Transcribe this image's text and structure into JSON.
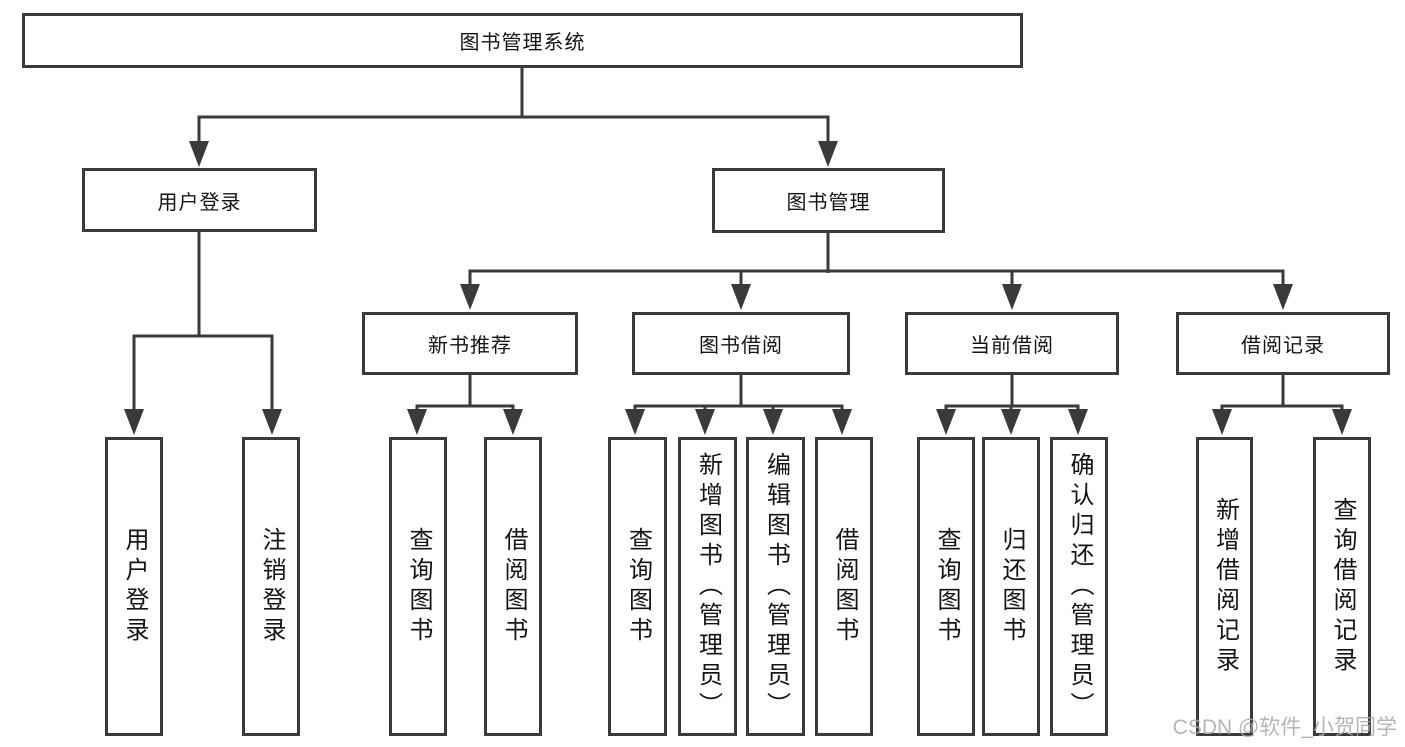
{
  "tree": {
    "root": {
      "label": "图书管理系统",
      "children": [
        {
          "label": "用户登录",
          "children": [
            {
              "label": "用户登录"
            },
            {
              "label": "注销登录"
            }
          ]
        },
        {
          "label": "图书管理",
          "children": [
            {
              "label": "新书推荐",
              "children": [
                {
                  "label": "查询图书"
                },
                {
                  "label": "借阅图书"
                }
              ]
            },
            {
              "label": "图书借阅",
              "children": [
                {
                  "label": "查询图书"
                },
                {
                  "label": "新增图书（管理员）"
                },
                {
                  "label": "编辑图书（管理员）"
                },
                {
                  "label": "借阅图书"
                }
              ]
            },
            {
              "label": "当前借阅",
              "children": [
                {
                  "label": "查询图书"
                },
                {
                  "label": "归还图书"
                },
                {
                  "label": "确认归还（管理员）"
                }
              ]
            },
            {
              "label": "借阅记录",
              "children": [
                {
                  "label": "新增借阅记录"
                },
                {
                  "label": "查询借阅记录"
                }
              ]
            }
          ]
        }
      ]
    }
  },
  "watermark": {
    "text": "CSDN @软件_小贺同学"
  },
  "colors": {
    "line": "#3a3a3a",
    "text": "#141414",
    "background": "#ffffff",
    "watermark": "#a9a9a9"
  }
}
